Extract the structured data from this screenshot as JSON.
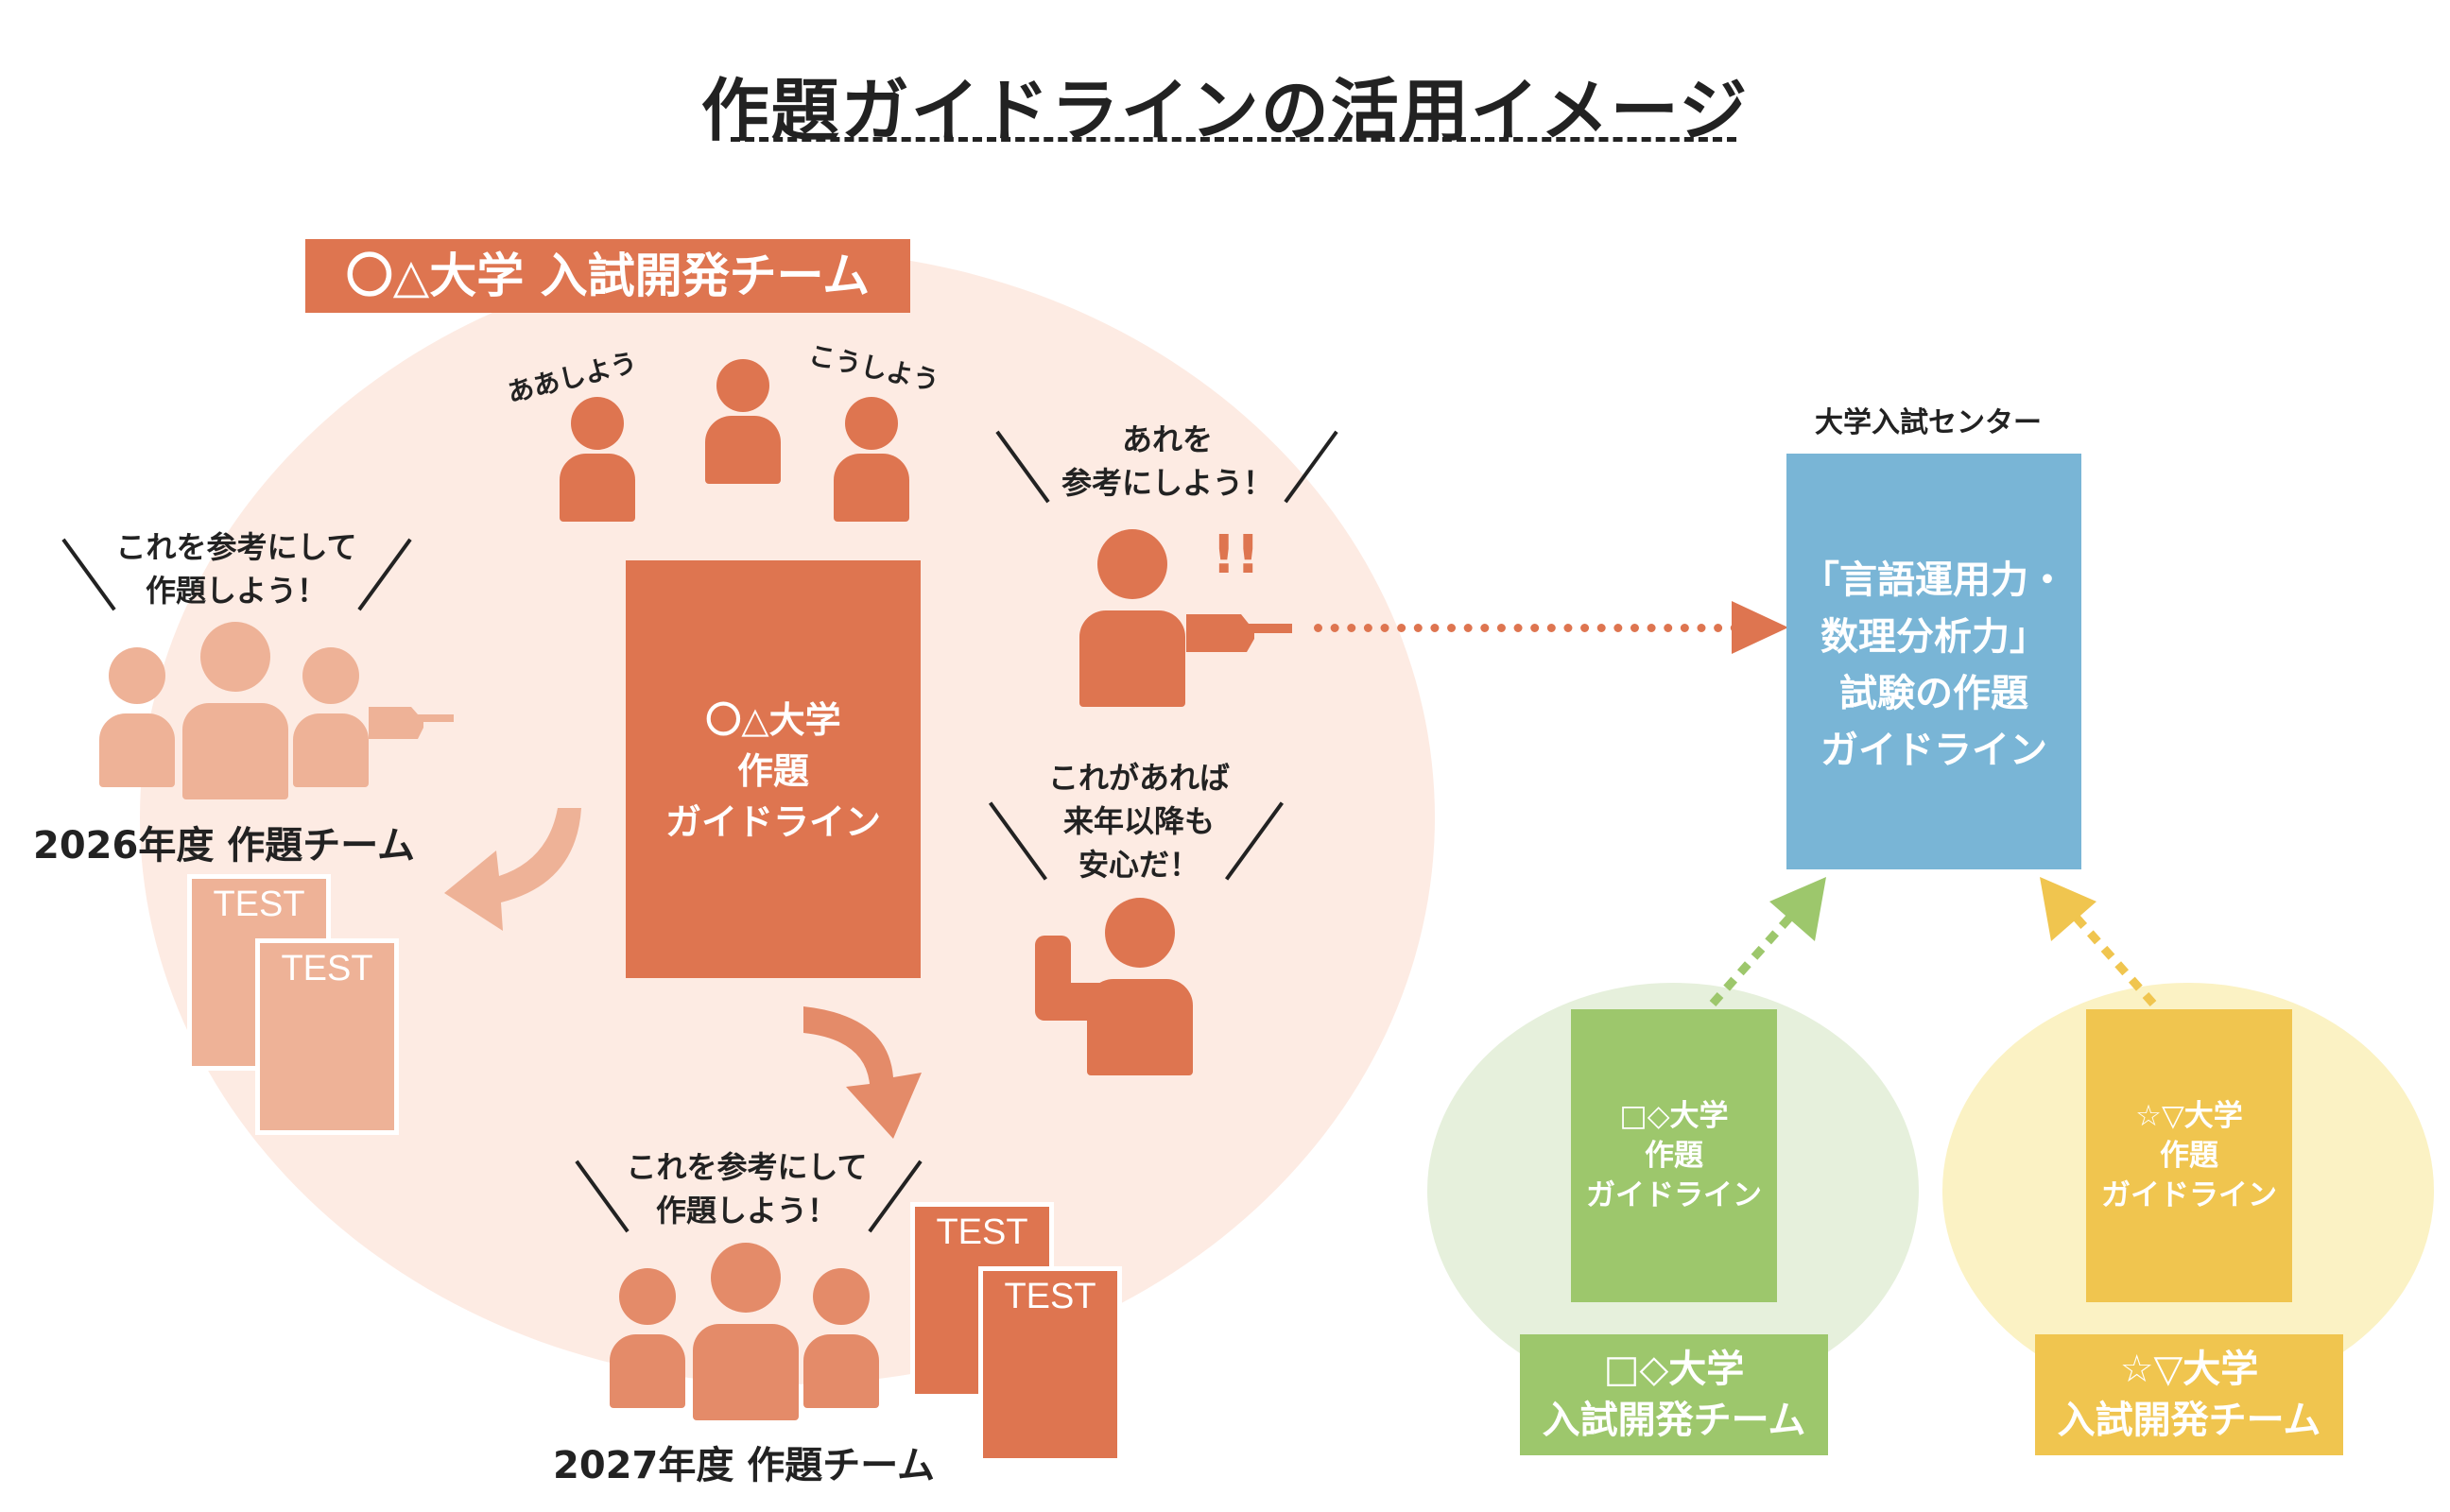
{
  "title": "作題ガイドラインの活用イメージ",
  "team_label": "〇△大学 入試開発チーム",
  "bubbles": {
    "aa": "ああしよう",
    "kou": "こうしよう",
    "are": [
      "あれを",
      "参考にしよう！"
    ],
    "kore2026": [
      "これを参考にして",
      "作題しよう！"
    ],
    "kore2027": [
      "これを参考にして",
      "作題しよう！"
    ],
    "anshin": [
      "これがあれば",
      "来年以降も",
      "安心だ！"
    ],
    "exclaim": "!!"
  },
  "guideline_doc": [
    "〇△大学",
    "作題",
    "ガイドライン"
  ],
  "team2026": "2026年度 作題チーム",
  "team2027": "2027年度 作題チーム",
  "test_label": "TEST",
  "center": {
    "heading": "大学入試センター",
    "box": [
      "「言語運用力・",
      "数理分析力」",
      "試験の作題",
      "ガイドライン"
    ]
  },
  "other_uni_green": {
    "doc": [
      "□◇大学",
      "作題",
      "ガイドライン"
    ],
    "label": [
      "□◇大学",
      "入試開発チーム"
    ]
  },
  "other_uni_yellow": {
    "doc": [
      "☆▽大学",
      "作題",
      "ガイドライン"
    ],
    "label": [
      "☆▽大学",
      "入試開発チーム"
    ]
  },
  "colors": {
    "orange": "#de7550",
    "orange_light": "#eeb297",
    "orange_mid": "#e48b69",
    "circle_pink": "#fdebe3",
    "blue": "#79b5d6",
    "green": "#9dc76c",
    "green_light": "#e6f0dc",
    "yellow": "#f0c54f",
    "yellow_light": "#fbf2c4"
  }
}
